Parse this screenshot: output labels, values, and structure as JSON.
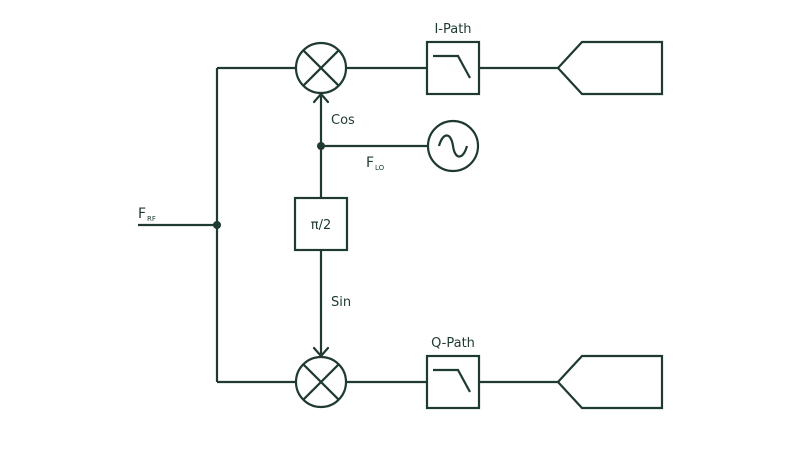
{
  "labels": {
    "input_main": "F",
    "input_sub": "RF",
    "lo_main": "F",
    "lo_sub": "LO",
    "cos": "Cos",
    "sin": "Sin",
    "phase_shift": "π/2",
    "i_path": "I-Path",
    "q_path": "Q-Path"
  },
  "colors": {
    "stroke": "#1f3a2f",
    "background": "#ffffff"
  },
  "icons": {
    "mixer": "mixer-x-icon",
    "oscillator": "sine-wave-icon",
    "filter": "lowpass-filter-icon",
    "output": "output-port-icon"
  }
}
